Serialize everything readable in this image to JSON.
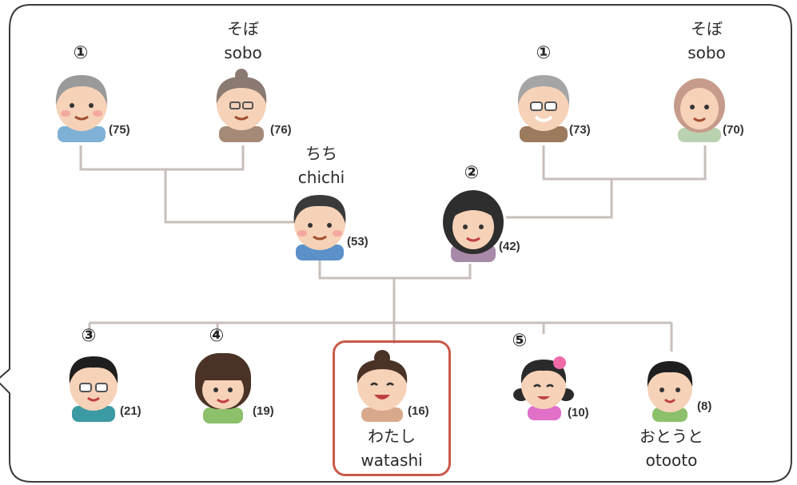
{
  "members": {
    "gp_paternal_male": {
      "marker": "①",
      "age": "(75)"
    },
    "gp_paternal_female": {
      "jp": "そぼ",
      "romaji": "sobo",
      "age": "(76)"
    },
    "gp_maternal_male": {
      "marker": "①",
      "age": "(73)"
    },
    "gp_maternal_female": {
      "jp": "そぼ",
      "romaji": "sobo",
      "age": "(70)"
    },
    "father": {
      "jp": "ちち",
      "romaji": "chichi",
      "age": "(53)"
    },
    "mother": {
      "marker": "②",
      "age": "(42)"
    },
    "child_1": {
      "marker": "③",
      "age": "(21)"
    },
    "child_2": {
      "marker": "④",
      "age": "(19)"
    },
    "self": {
      "jp": "わたし",
      "romaji": "watashi",
      "age": "(16)"
    },
    "child_4": {
      "marker": "⑤",
      "age": "(10)"
    },
    "child_5": {
      "jp": "おとうと",
      "romaji": "otooto",
      "age": "(8)"
    }
  },
  "colors": {
    "frame": "#3a3a3a",
    "line": "#c8bfbb",
    "highlight": "#c9594a"
  }
}
